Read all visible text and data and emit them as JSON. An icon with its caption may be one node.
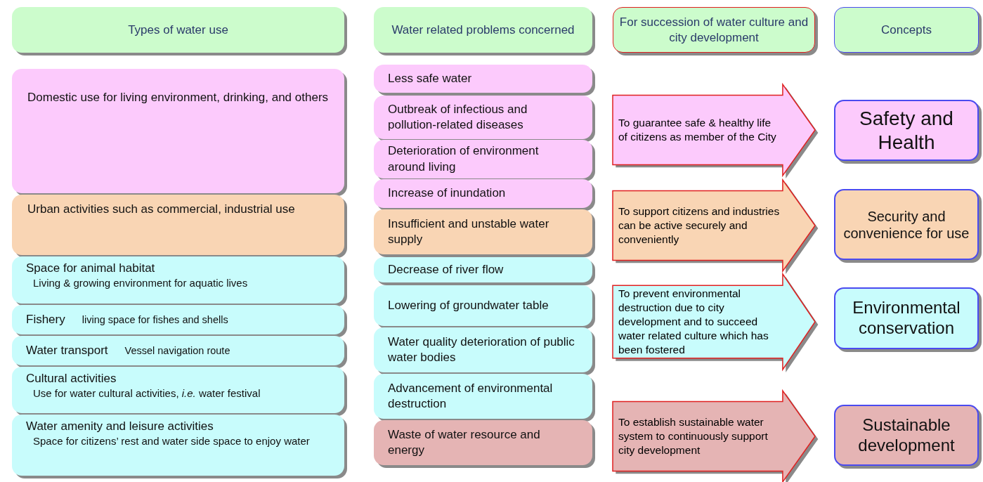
{
  "diagram": {
    "nodes": [
      {
        "text": [
          "Types of water use"
        ]
      },
      {
        "text": [
          "Water related problems concerned"
        ]
      },
      {
        "text": [
          "For succession of water culture and city development"
        ]
      },
      {
        "text": [
          "Concepts"
        ]
      },
      {
        "text": [
          "Domestic use for living environment, drinking, and others"
        ]
      },
      {
        "text": [
          "Urban activities such as commercial, industrial use"
        ]
      },
      {
        "text": [
          "Space for animal habitat",
          "Living & growing environment for aquatic lives"
        ]
      },
      {
        "text": [
          "Fishery",
          "living space for fishes and shells"
        ]
      },
      {
        "text": [
          "Water transport",
          "Vessel navigation route"
        ]
      },
      {
        "text": [
          "Cultural activities",
          "Use for water cultural activities, *i.e.* water festival"
        ]
      },
      {
        "text": [
          "Water amenity and leisure activities",
          "Space for citizens’ rest and water side space to enjoy water"
        ]
      },
      {
        "text": [
          "Less safe water"
        ]
      },
      {
        "text": [
          "Outbreak of infectious and pollution-related diseases"
        ]
      },
      {
        "text": [
          "Deterioration of environment around living"
        ]
      },
      {
        "text": [
          "Increase of inundation"
        ]
      },
      {
        "text": [
          "Insufficient and unstable water supply"
        ]
      },
      {
        "text": [
          "Decrease of river flow"
        ]
      },
      {
        "text": [
          "Lowering of groundwater table"
        ]
      },
      {
        "text": [
          "Water quality deterioration of public water bodies"
        ]
      },
      {
        "text": [
          "Advancement of environmental destruction"
        ]
      },
      {
        "text": [
          "Waste of water resource and energy"
        ]
      },
      {
        "text": [
          "To guarantee safe & healthy life of citizens as member of the City"
        ]
      },
      {
        "text": [
          "To support citizens and industries can be active securely and conveniently"
        ]
      },
      {
        "text": [
          "To prevent environmental destruction due to city development and to succeed water related culture which has been fostered"
        ]
      },
      {
        "text": [
          "To establish sustainable water system to continuously support city development"
        ]
      },
      {
        "text": [
          "Safety and Health"
        ]
      },
      {
        "text": [
          "Security and convenience for use"
        ]
      },
      {
        "text": [
          "Environmental conservation"
        ]
      },
      {
        "text": [
          "Sustainable development"
        ]
      }
    ]
  }
}
